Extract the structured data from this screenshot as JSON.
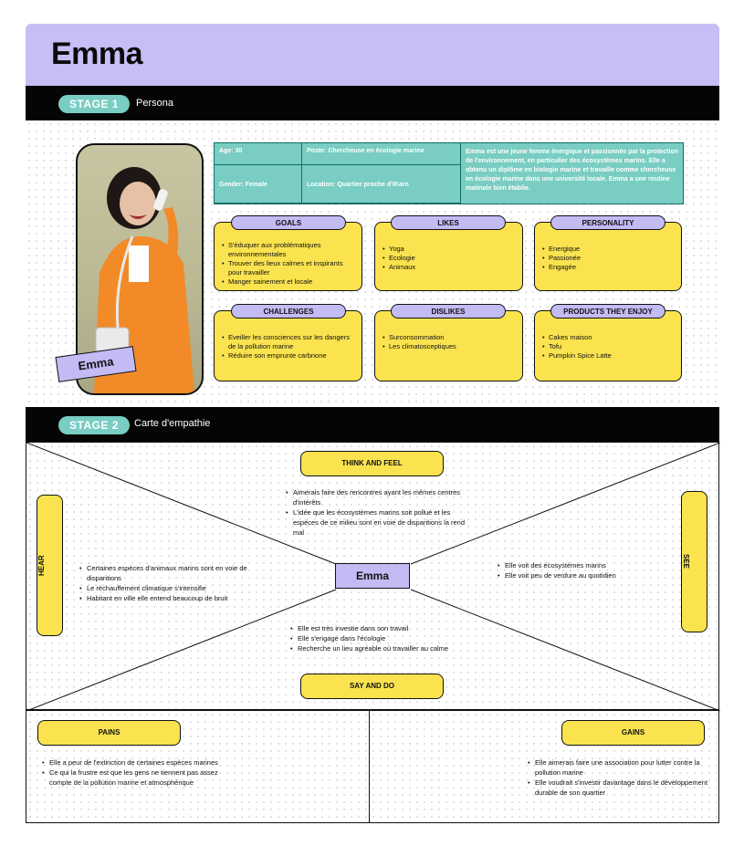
{
  "persona": {
    "name": "Emma",
    "name_tag": "Emma",
    "stage1": {
      "pill": "STAGE 1",
      "label": "Persona"
    },
    "info": {
      "age": "Age: 30",
      "gender": "Gender: Female",
      "poste": "Poste: Chercheuse en écologie marine",
      "location": "Location:  Quartier proche d'IKarn",
      "bio": "Emma est une jeune femme énergique et passionnée par la protection de l'environnement, en particulier des écosystèmes marins. Elle a obtenu un diplôme en biologie marine et travaille comme chercheuse en écologie marine dans une université locale. Emma a une routine matinale bien établie."
    },
    "cards": {
      "goals": {
        "label": "GOALS",
        "items": [
          "S'éduquer aux problématiques environnementales",
          "Trouver des lieux calmes et inspirants pour travailler",
          "Manger sainement et locale"
        ]
      },
      "likes": {
        "label": "LIKES",
        "items": [
          "Yoga",
          "Ecologie",
          "Animaux"
        ]
      },
      "personality": {
        "label": "PERSONALITY",
        "items": [
          "Energique",
          "Passionée",
          "Engagée"
        ]
      },
      "challenges": {
        "label": "CHALLENGES",
        "items": [
          "Eveiller les consciences sur les dangers de la pollution marine",
          "Réduire son emprunte carbnone"
        ]
      },
      "dislikes": {
        "label": "DISLIKES",
        "items": [
          "Surconsommation",
          "Les climatosceptiques"
        ]
      },
      "products": {
        "label": "PRODUCTS THEY ENJOY",
        "items": [
          "Cakes maison",
          "Tofu",
          "Pumpkin Spice Latte"
        ]
      }
    }
  },
  "empathy": {
    "stage2": {
      "pill": "STAGE 2",
      "label": "Carte d'empathie"
    },
    "center": "Emma",
    "think_feel": {
      "label": "THINK AND FEEL",
      "items": [
        "Aimerais faire des rencontres ayant les mêmes centres d'intérêts",
        "L'idée que les écosystèmes marins soit pollué et les espèces de ce milieu sont en voie de disparitions la rend mal"
      ]
    },
    "hear": {
      "label": "HEAR",
      "items": [
        "Certaines espèces d'animaux marins sont en voie de disparitions",
        "Le réchauffement climatique s'intensifie",
        "Habitant en ville elle entend beaucoup de bruit"
      ]
    },
    "see": {
      "label": "SEE",
      "items": [
        "Elle voit des écosystèmes marins",
        "Elle voit peu de verdure au quotidien"
      ]
    },
    "say_do": {
      "label": "SAY AND DO",
      "items": [
        "Elle est très investie dans son travail",
        "Elle s'engage dans l'écologie",
        "Recherche un lieu agréable où travailler au calme"
      ]
    },
    "pains": {
      "label": "PAINS",
      "items": [
        "Elle a peur de l'extinction de certaines espèces marines",
        "Ce qui la frustre est que les gens ne tiennent pas assez compte de la pollution marine et atmosphérique"
      ]
    },
    "gains": {
      "label": "GAINS",
      "items": [
        "Elle aimerais faire une association pour lutter contre la pollution marine",
        "Elle voudrait s'investir davantage dans le développement durable de son quartier"
      ]
    }
  },
  "colors": {
    "purple": "#c7bef6",
    "teal": "#79cdc2",
    "yellow": "#fae34f",
    "black": "#050505"
  }
}
